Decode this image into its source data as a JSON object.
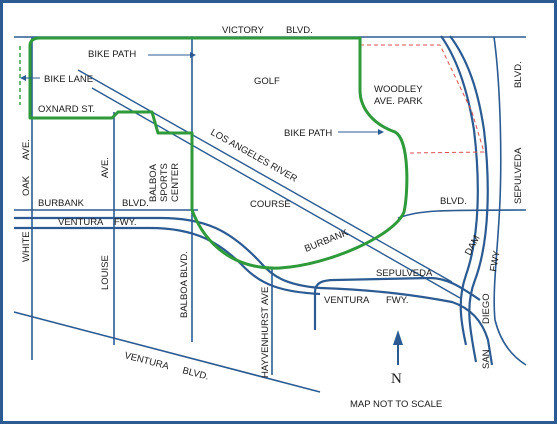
{
  "colors": {
    "frame": "#2b5b92",
    "streets": "#2b5b92",
    "bike_path": "#2e9a3a",
    "park_boundary": "#d9534f"
  },
  "labels": {
    "victory": "VICTORY",
    "victory_blvd": "BLVD.",
    "bike_path_top": "BIKE PATH",
    "bike_lane": "BIKE LANE",
    "golf": "GOLF",
    "woodley": "WOODLEY",
    "ave_park": "AVE. PARK",
    "oxnard": "OXNARD ST.",
    "blvd_right": "BLVD.",
    "sepulveda_right": "SEPULVEDA",
    "white": "WHITE",
    "oak": "OAK",
    "oak_ave": "AVE.",
    "mid_ave": "AVE.",
    "balboa": "BALBOA",
    "sports": "SPORTS",
    "center": "CENTER",
    "la_river": "LOS ANGELES RIVER",
    "bike_path_mid": "BIKE PATH",
    "burbank": "BURBANK",
    "burbank_blvd": "BLVD.",
    "course": "COURSE",
    "burbank_blvd_right": "BLVD.",
    "ventura_fwy_left": "VENTURA",
    "ventura_fwy_left_2": "FWY.",
    "louise": "LOUISE",
    "balboa_blvd": "BALBOA BLVD.",
    "burbank_curve": "BURBANK",
    "dam": "DAM",
    "fwy_right": "FWY",
    "sepulveda_low": "SEPULVEDA",
    "ventura_fwy_right": "VENTURA",
    "ventura_fwy_right_2": "FWY.",
    "san": "SAN",
    "diego": "DIEGO",
    "hayvenhurst": "HAYVENHURST AVE",
    "ventura_blvd": "VENTURA",
    "ventura_blvd_2": "BLVD.",
    "north": "N",
    "scale_note": "MAP NOT TO SCALE"
  }
}
